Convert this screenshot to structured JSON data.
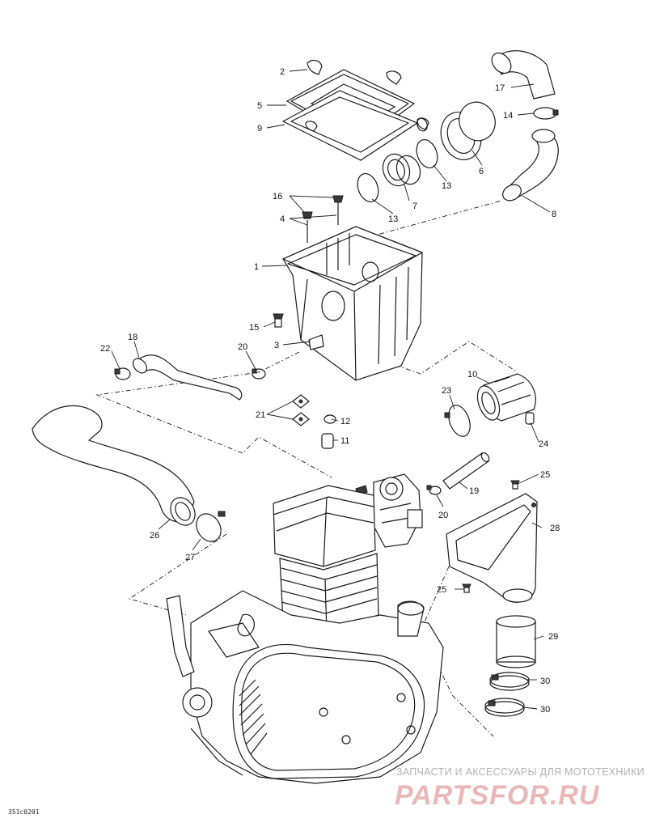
{
  "diagram": {
    "type": "exploded-parts-diagram",
    "reference_code": "351c0201",
    "callouts": [
      {
        "id": "c1",
        "label": "1"
      },
      {
        "id": "c2",
        "label": "2"
      },
      {
        "id": "c3",
        "label": "3"
      },
      {
        "id": "c4",
        "label": "4"
      },
      {
        "id": "c5",
        "label": "5"
      },
      {
        "id": "c6",
        "label": "6"
      },
      {
        "id": "c7",
        "label": "7"
      },
      {
        "id": "c8",
        "label": "8"
      },
      {
        "id": "c9",
        "label": "9"
      },
      {
        "id": "c10",
        "label": "10"
      },
      {
        "id": "c11",
        "label": "11"
      },
      {
        "id": "c12",
        "label": "12"
      },
      {
        "id": "c13a",
        "label": "13"
      },
      {
        "id": "c13b",
        "label": "13"
      },
      {
        "id": "c14",
        "label": "14"
      },
      {
        "id": "c15",
        "label": "15"
      },
      {
        "id": "c16",
        "label": "16"
      },
      {
        "id": "c17",
        "label": "17"
      },
      {
        "id": "c18",
        "label": "18"
      },
      {
        "id": "c19",
        "label": "19"
      },
      {
        "id": "c20a",
        "label": "20"
      },
      {
        "id": "c20b",
        "label": "20"
      },
      {
        "id": "c21",
        "label": "21"
      },
      {
        "id": "c22",
        "label": "22"
      },
      {
        "id": "c23",
        "label": "23"
      },
      {
        "id": "c24",
        "label": "24"
      },
      {
        "id": "c25a",
        "label": "25"
      },
      {
        "id": "c25b",
        "label": "25"
      },
      {
        "id": "c26",
        "label": "26"
      },
      {
        "id": "c27",
        "label": "27"
      },
      {
        "id": "c28",
        "label": "28"
      },
      {
        "id": "c29",
        "label": "29"
      },
      {
        "id": "c30a",
        "label": "30"
      },
      {
        "id": "c30b",
        "label": "30"
      }
    ]
  },
  "watermark": {
    "subtitle": "ЗАПЧАСТИ И АКСЕССУАРЫ ДЛЯ МОТОТЕХНИКИ",
    "logo_text": "PARTSFOR.RU",
    "color": "#e9b7b7"
  }
}
